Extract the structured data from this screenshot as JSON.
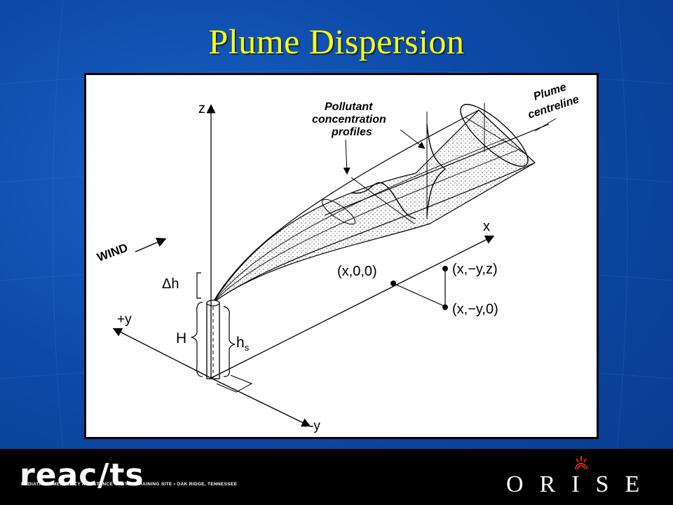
{
  "slide": {
    "title": "Plume Dispersion"
  },
  "diagram": {
    "labels": {
      "z": "z",
      "wind": "WIND",
      "delta_h": "Δh",
      "H": "H",
      "h": "h",
      "h_sub": "s",
      "plus_y": "+y",
      "minus_y": "-y",
      "x": "x",
      "pollutant_1": "Pollutant",
      "pollutant_2": "concentration",
      "pollutant_3": "profiles",
      "plume_1": "Plume",
      "plume_2": "centreline",
      "pt_x00": "(x,0,0)",
      "pt_xyz": "(x,−y,z)",
      "pt_xy0": "(x,−y,0)"
    }
  },
  "footer": {
    "reacts_logo": "reac/ts",
    "reacts_subtitle": "RADIATION EMERGENCY ASSISTANCE CENTER/TRAINING SITE  •  OAK RIDGE, TENNESSEE",
    "orise_logo": "ORISE"
  }
}
